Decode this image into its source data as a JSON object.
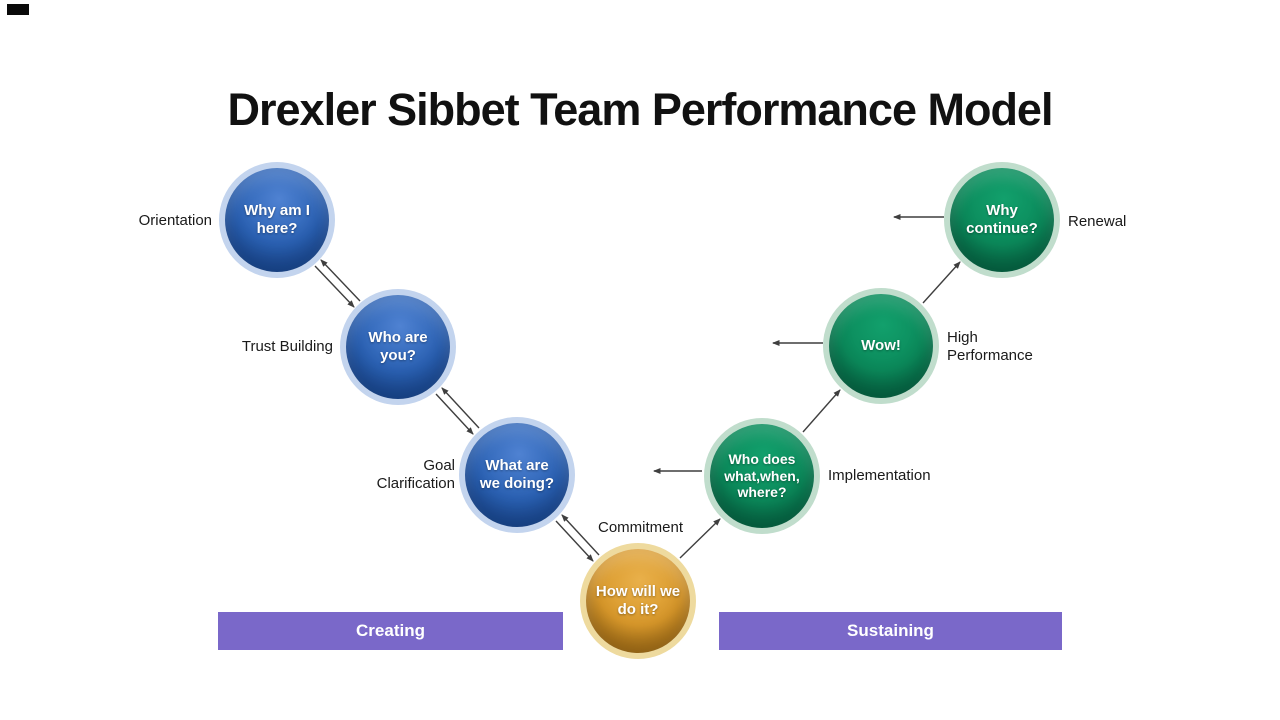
{
  "title": "Drexler Sibbet Team Performance Model",
  "stages": [
    {
      "label": "Orientation",
      "question_lines": [
        "Why am I",
        "here?"
      ]
    },
    {
      "label": "Trust Building",
      "question_lines": [
        "Who are",
        "you?"
      ]
    },
    {
      "label": "Goal Clarification",
      "question_lines": [
        "What are",
        "we doing?"
      ]
    },
    {
      "label": "Commitment",
      "question_lines": [
        "How will we",
        "do it?"
      ]
    },
    {
      "label": "Implementation",
      "question_lines": [
        "Who does",
        "what,when,",
        "where?"
      ]
    },
    {
      "label": "High Performance",
      "question_lines": [
        "Wow!"
      ]
    },
    {
      "label": "Renewal",
      "question_lines": [
        "Why",
        "continue?"
      ]
    }
  ],
  "phases": [
    {
      "label": "Creating"
    },
    {
      "label": "Sustaining"
    }
  ],
  "colors": {
    "title_text": "#111111",
    "text": "#1a1a1a",
    "arrow": "#3f3f3f",
    "phase_bar": "#7a68c9",
    "blue_light": "#4f82d2",
    "blue_main": "#2b62b4",
    "blue_dark": "#174a92",
    "blue_halo": "#c3d4ee",
    "green_light": "#12a06c",
    "green_main": "#0b8a5b",
    "green_dark": "#056244",
    "green_halo": "#c0ddcc",
    "orange_light": "#e9b04a",
    "orange_main": "#d9992b",
    "orange_dark": "#9c6d17",
    "orange_halo": "#eeda9e"
  }
}
